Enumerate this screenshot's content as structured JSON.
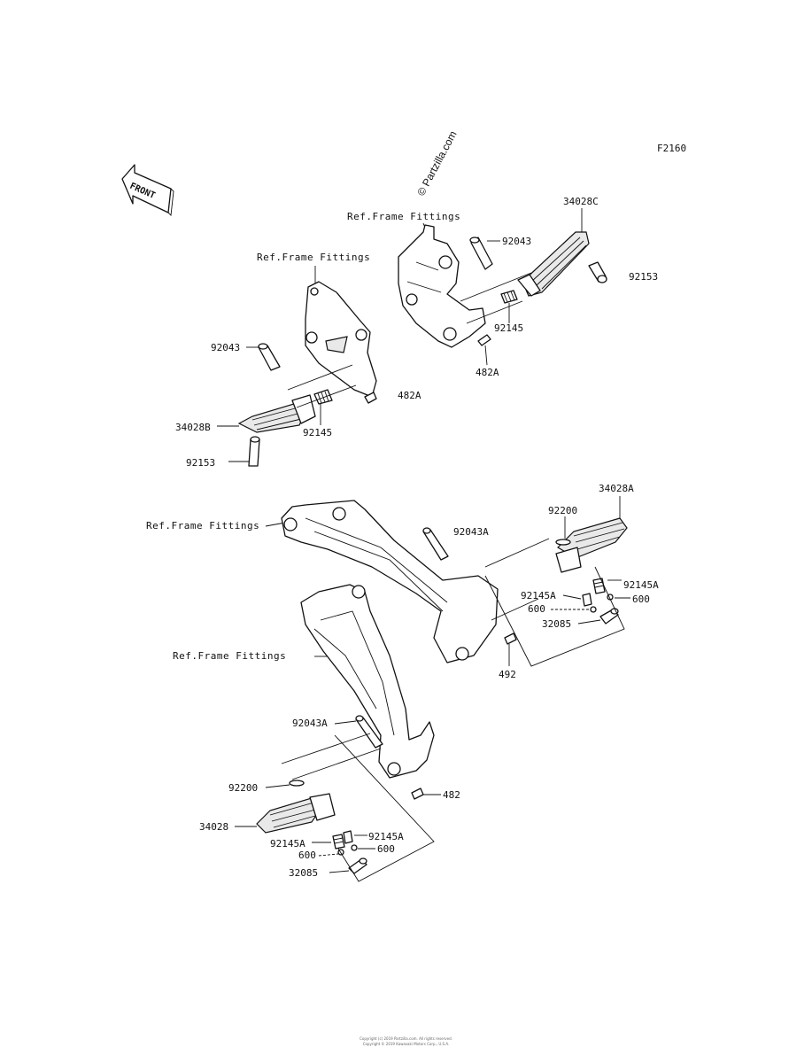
{
  "diagram_code": "F2160",
  "front_indicator": "FRONT",
  "watermark": "© Partzilla.com",
  "labels": {
    "ref_a": "Ref.Frame Fittings",
    "ref_b": "Ref.Frame Fittings",
    "ref_c": "Ref.Frame Fittings",
    "ref_d": "Ref.Frame Fittings",
    "p34028C": "34028C",
    "p92043_a": "92043",
    "p92153_a": "92153",
    "p92145_a": "92145",
    "p482A_a": "482A",
    "p92043_b": "92043",
    "p482A_b": "482A",
    "p34028B": "34028B",
    "p92145_b": "92145",
    "p92153_b": "92153",
    "p34028A": "34028A",
    "p92200_a": "92200",
    "p92043A_a": "92043A",
    "p92145A_a1": "92145A",
    "p92145A_a2": "92145A",
    "p600_a1": "600",
    "p600_a2": "600",
    "p32085_a": "32085",
    "p492": "492",
    "p92043A_b": "92043A",
    "p92200_b": "92200",
    "p482": "482",
    "p34028": "34028",
    "p92145A_b1": "92145A",
    "p92145A_b2": "92145A",
    "p600_b1": "600",
    "p600_b2": "600",
    "p32085_b": "32085"
  },
  "footer": {
    "line1": "Copyright (c) 2019 Partzilla.com. All rights reserved.",
    "line2": "Copyright © 2019 Kawasaki Motors Corp., U.S.A."
  }
}
